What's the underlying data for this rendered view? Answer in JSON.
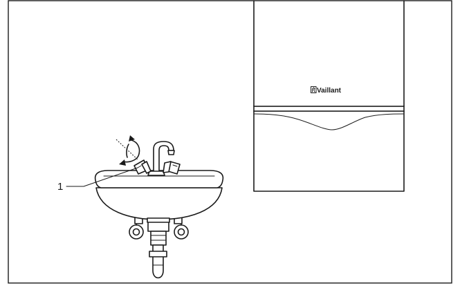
{
  "diagram": {
    "callout_label": "1",
    "brand_label": "Vaillant",
    "brand_icon": "vaillant-hare-logo",
    "rotation_icon": "counterclockwise-turn-arrow-icon"
  }
}
